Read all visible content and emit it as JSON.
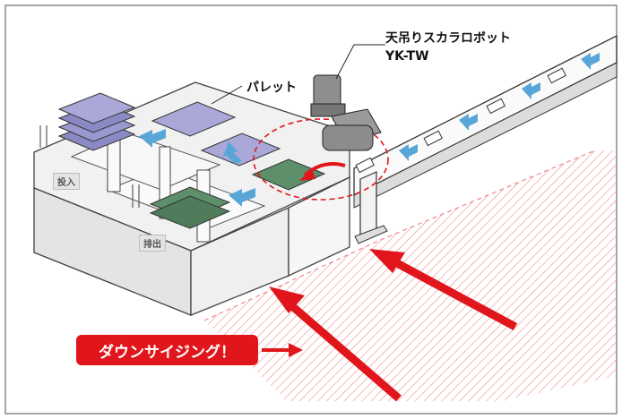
{
  "labels": {
    "robot_line1": "天吊りスカラロボット",
    "robot_line2": "YK-TW",
    "pallet": "パレット",
    "input_tag": "投入",
    "output_tag": "排出",
    "banner": "ダウンサイジング！"
  },
  "colors": {
    "accent_red": "#e0161c",
    "pallet_purple": "#8a89c4",
    "pallet_green": "#5d8f6a",
    "arrow_blue": "#58a6d8",
    "machine_gray": "#f1f1f1"
  }
}
